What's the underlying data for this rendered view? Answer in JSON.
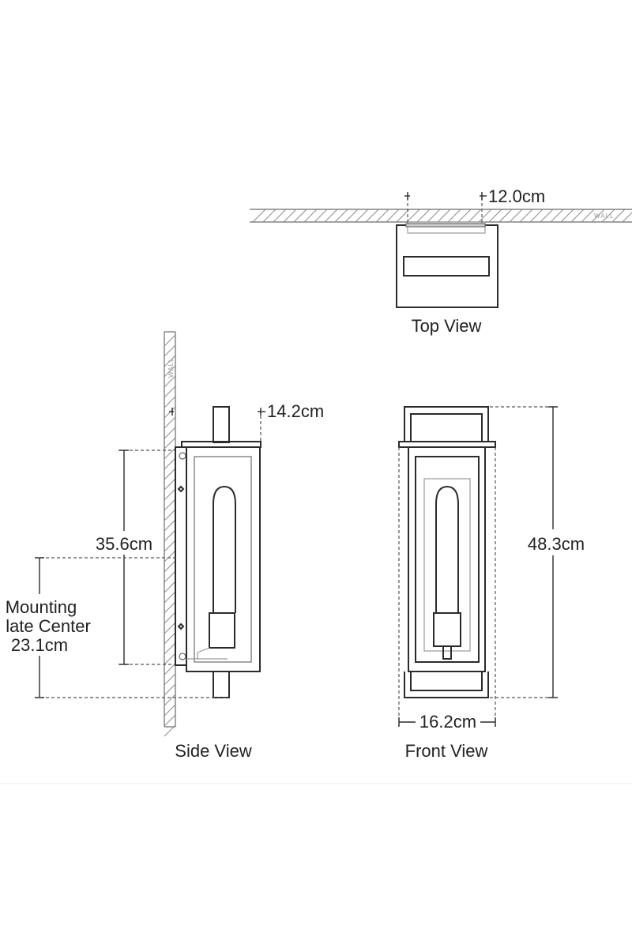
{
  "views": {
    "top": {
      "label": "Top View",
      "depth_dim": "12.0cm",
      "wall_label": "WALL"
    },
    "side": {
      "label": "Side View",
      "projection_dim": "14.2cm",
      "backplate_dim": "35.6cm",
      "mounting_label_line1": "Mounting",
      "mounting_label_line2": "late Center",
      "mounting_dim": "23.1cm",
      "wall_label": "WALL"
    },
    "front": {
      "label": "Front View",
      "height_dim": "48.3cm",
      "width_dim": "16.2cm"
    }
  },
  "colors": {
    "line": "#2b2b2b",
    "hatch": "#8c8c8c",
    "background": "#ffffff"
  }
}
